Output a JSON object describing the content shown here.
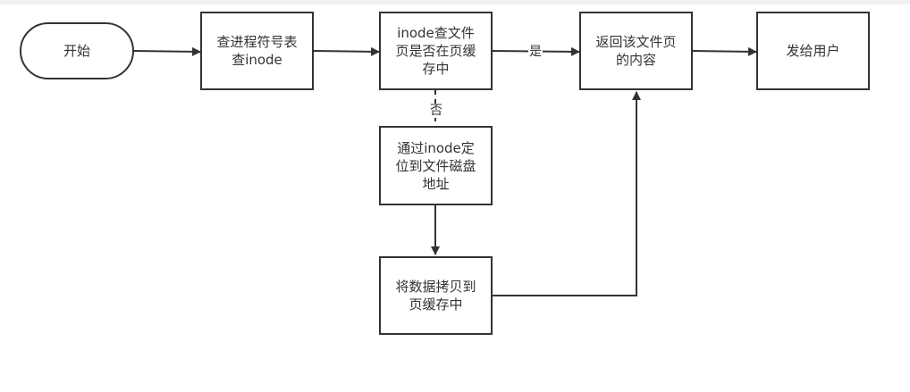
{
  "nodes": {
    "start": "开始",
    "lookup": "查进程符号表\n查inode",
    "check": "inode查文件\n页是否在页缓\n存中",
    "return": "返回该文件页\n的内容",
    "send": "发给用户",
    "locate": "通过inode定\n位到文件磁盘\n地址",
    "copy": "将数据拷贝到\n页缓存中"
  },
  "edge_labels": {
    "yes": "是",
    "no": "否"
  },
  "colors": {
    "stroke": "#333333",
    "background": "#ffffff"
  }
}
